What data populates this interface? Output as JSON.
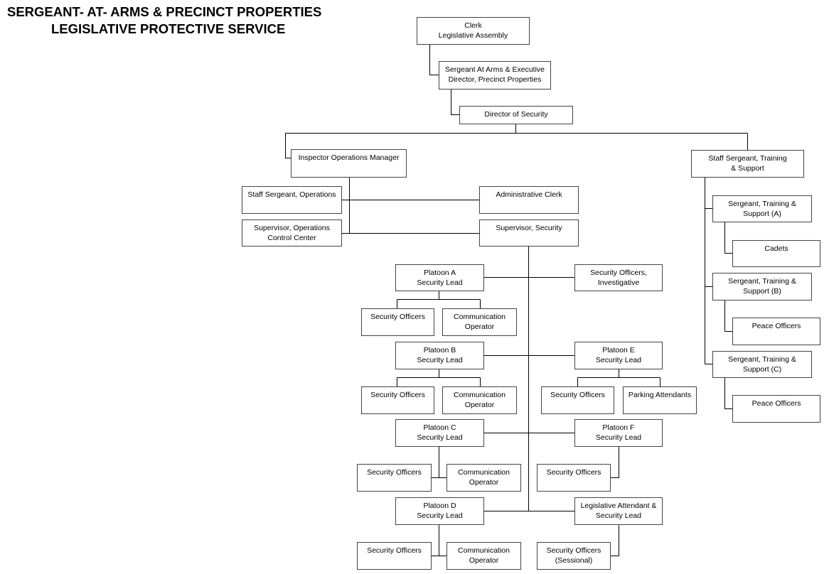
{
  "title": {
    "line1": "SERGEANT- AT- ARMS & PRECINCT PROPERTIES",
    "line2": "LEGISLATIVE PROTECTIVE SERVICE"
  },
  "boxes": {
    "clerk": "Clerk\nLegislative Assembly",
    "sergeant_at_arms": "Sergeant At Arms & Executive\nDirector, Precinct Properties",
    "director_security": "Director of Security",
    "inspector_ops": "Inspector Operations Manager",
    "staff_sgt_training": "Staff Sergeant, Training\n& Support",
    "staff_sgt_ops": "Staff Sergeant, Operations",
    "admin_clerk": "Administrative Clerk",
    "supervisor_occ": "Supervisor, Operations\nControl Center",
    "supervisor_security": "Supervisor, Security",
    "sgt_training_a": "Sergeant, Training &\nSupport (A)",
    "cadets": "Cadets",
    "sgt_training_b": "Sergeant, Training &\nSupport (B)",
    "peace_officers_b": "Peace Officers",
    "sgt_training_c": "Sergeant, Training &\nSupport (C)",
    "peace_officers_c": "Peace Officers",
    "platoon_a": "Platoon A\nSecurity Lead",
    "sec_officers_investigative": "Security Officers,\nInvestigative",
    "a_security_officers": "Security Officers",
    "a_comm_operator": "Communication\nOperator",
    "platoon_b": "Platoon B\nSecurity Lead",
    "platoon_e": "Platoon E\nSecurity Lead",
    "b_security_officers": "Security Officers",
    "b_comm_operator": "Communication\nOperator",
    "e_security_officers": "Security Officers",
    "e_parking_attendants": "Parking Attendants",
    "platoon_c": "Platoon C\nSecurity Lead",
    "platoon_f": "Platoon F\nSecurity Lead",
    "c_security_officers": "Security Officers",
    "c_comm_operator": "Communication\nOperator",
    "f_security_officers": "Security Officers",
    "platoon_d": "Platoon D\nSecurity Lead",
    "legislative_attendant": "Legislative Attendant &\nSecurity Lead",
    "d_security_officers": "Security Officers",
    "d_comm_operator": "Communication\nOperator",
    "sessional_officers": "Security Officers\n(Sessional)"
  }
}
